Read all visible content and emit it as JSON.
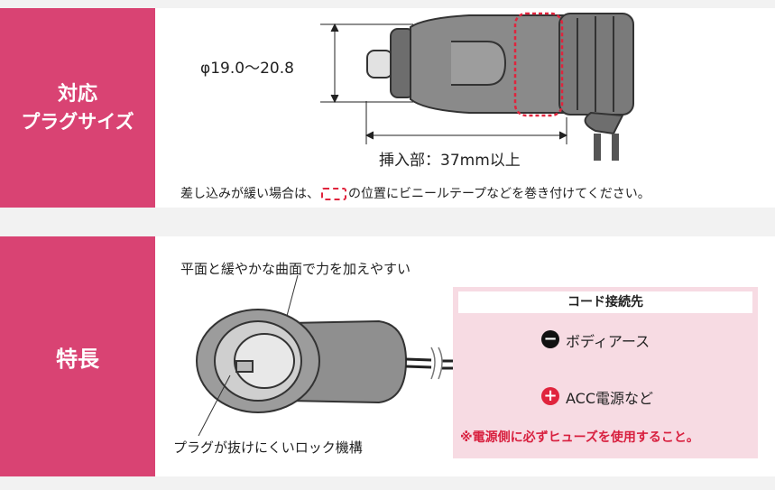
{
  "sections": {
    "compatibility": {
      "line1": "対応",
      "line2": "プラグサイズ"
    },
    "features": {
      "line1": "特長"
    }
  },
  "plug": {
    "diameter_label": "φ19.0〜20.8",
    "insert_label": "挿入部：37mm以上",
    "note_before": "差し込みが緩い場合は、",
    "note_after": "の位置にビニールテープなどを巻き付けてください。"
  },
  "socket": {
    "feature_surface": "平面と緩やかな曲面で力を加えやすい",
    "feature_lock": "プラグが抜けにくいロック機構"
  },
  "cord": {
    "title": "コード接続先",
    "negative": "ボディアース",
    "positive": "ACC電源など",
    "warning": "※電源側に必ずヒューズを使用すること。"
  },
  "colors": {
    "accent_pink": "#d94373",
    "warning_red": "#d8203f",
    "panel_pink": "#f7dbe3"
  },
  "icons": [
    "minus-icon",
    "plus-icon"
  ]
}
